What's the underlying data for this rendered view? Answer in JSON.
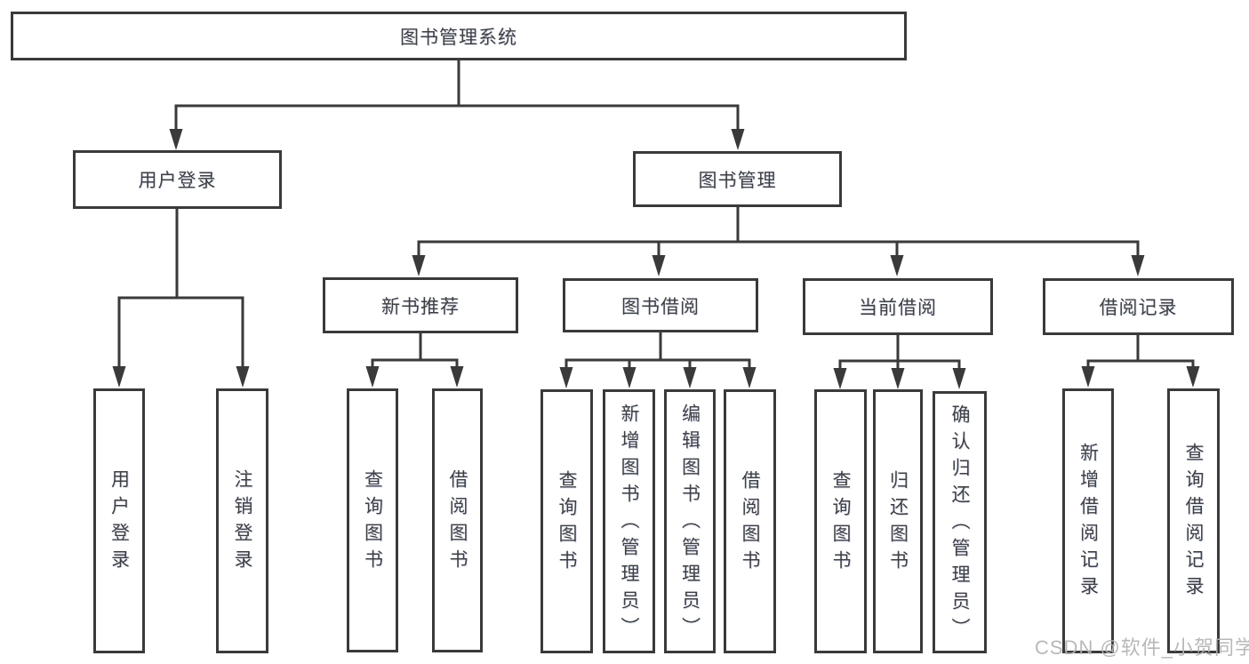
{
  "diagram": {
    "title": "图书管理系统",
    "nodes": {
      "root": "图书管理系统",
      "level2": [
        "用户登录",
        "图书管理"
      ],
      "level3": [
        "新书推荐",
        "图书借阅",
        "当前借阅",
        "借阅记录"
      ]
    },
    "leaves": {
      "login": [
        "用户登录",
        "注销登录"
      ],
      "recommend": [
        "查询图书",
        "借阅图书"
      ],
      "borrow": [
        "查询图书",
        "新增图书（管理员）",
        "编辑图书（管理员）",
        "借阅图书"
      ],
      "current": [
        "查询图书",
        "归还图书",
        "确认归还（管理员）"
      ],
      "records": [
        "新增借阅记录",
        "查询借阅记录"
      ]
    },
    "watermark": "CSDN @软件_小贺同学",
    "colors": {
      "line": "#3a3a3a",
      "text": "#3f3f43",
      "background": "#ffffff",
      "watermark": "#b2b2b2"
    }
  }
}
